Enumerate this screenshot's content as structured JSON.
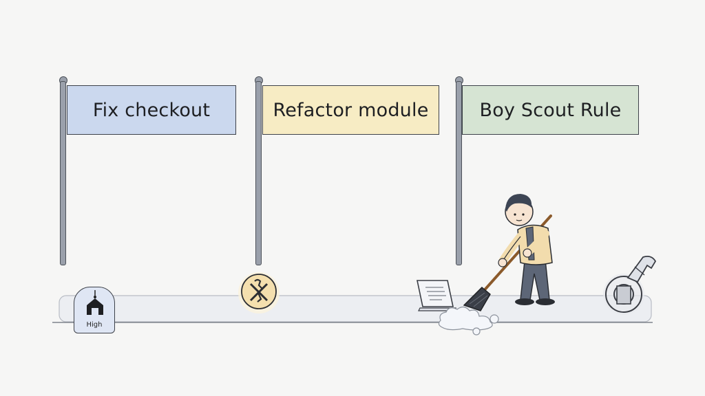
{
  "flags": [
    {
      "label": "Fix checkout",
      "color": "#cbd8ee"
    },
    {
      "label": "Refactor module",
      "color": "#f7ecc4"
    },
    {
      "label": "Boy Scout Rule",
      "color": "#d6e4d3"
    }
  ],
  "badge": {
    "label": "High",
    "icon": "up-arrow-house-icon"
  },
  "icons": [
    "no-refactor-icon",
    "laptop-icon",
    "broom-icon",
    "dust-cloud-icon",
    "wrench-gear-icon"
  ],
  "illustration": {
    "figure": "person-sweeping-with-broom"
  }
}
